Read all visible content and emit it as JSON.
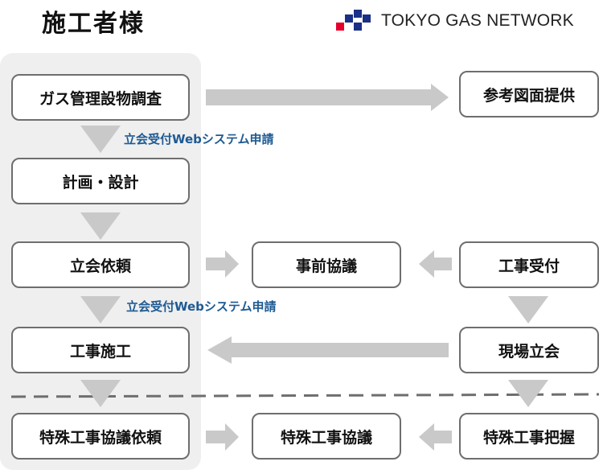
{
  "header": {
    "title": "施工者様",
    "logo_text": "TOKYO GAS NETWORK",
    "logo_colors": {
      "blue": "#1a2f86",
      "red": "#e4002b"
    }
  },
  "web_application_label": "立会受付Webシステム申請",
  "contractor_column": [
    "ガス管理設物調査",
    "計画・設計",
    "立会依頼",
    "工事施工",
    "特殊工事協議依頼"
  ],
  "middle_column": [
    "事前協議",
    "特殊工事協議"
  ],
  "tokyo_gas_column": [
    "参考図面提供",
    "工事受付",
    "現場立会",
    "特殊工事把握"
  ],
  "colors": {
    "arrow": "#c9c9c9",
    "box_border": "#6e6e6e",
    "column_background": "#efefef",
    "label_blue": "#1d5a93",
    "dashed_line": "#6e6e6e"
  }
}
